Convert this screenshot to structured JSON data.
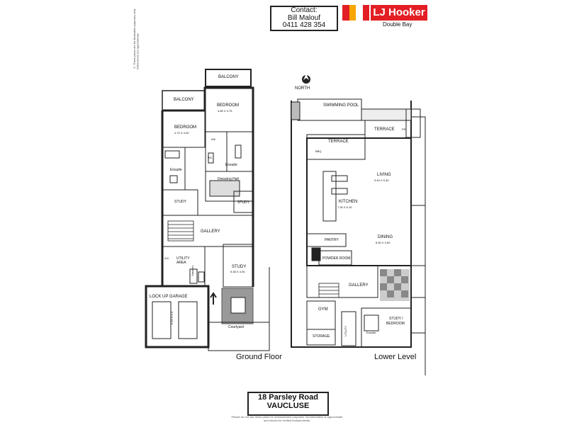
{
  "contact": {
    "heading": "Contact:",
    "name": "Bill Malouf",
    "phone": "0411 428 354"
  },
  "brand": {
    "name": "LJ Hooker",
    "office": "Double Bay",
    "colors": [
      "#e31e24",
      "#f7a600",
      "#e31e24"
    ],
    "accent": "#e31e24"
  },
  "side_note": "© These plans are for illustrative purposes only. Dimensions are approximate.",
  "north": {
    "label": "NORTH",
    "icon": "north-arrow-icon"
  },
  "ground_floor": {
    "title": "Ground Floor",
    "rooms": {
      "balcony_top": "BALCONY",
      "balcony_left": "BALCONY",
      "bedroom1_name": "BEDROOM",
      "bedroom1_dim": "4.80 X 3.75",
      "bedroom2_name": "BEDROOM",
      "bedroom2_dim": "4.70 X 4.40",
      "wir": "Wir",
      "wc": "WC",
      "ensuite1": "Ensuite",
      "ensuite2": "Ensuite",
      "dressing": "Dressing Hall",
      "study1": "STUDY",
      "study2": "STUDY",
      "gallery": "GALLERY",
      "utility": "UTILITY AREA",
      "ac": "A/C",
      "laundry": "Laundry",
      "study3_name": "STUDY",
      "study3_dim": "5.38 X 4.05",
      "garage": "LOCK UP GARAGE",
      "garage_dim": "5.23 X 6.4",
      "courtyard": "Courtyard"
    }
  },
  "lower_level": {
    "title": "Lower Level",
    "rooms": {
      "pool": "SWIMMING POOL",
      "terrace1": "TERRACE",
      "terrace2": "TERRACE",
      "living_name": "LIVING",
      "living_dim": "9.40 X 5.40",
      "kitchen_name": "KITCHEN",
      "kitchen_dim": "7.30 X 5.10",
      "dining_name": "DINING",
      "dining_dim": "5.50 X 3.50",
      "pantry": "PANTRY",
      "powder": "POWDER ROOM",
      "gallery": "GALLERY",
      "gym": "GYM",
      "storage": "STORAGE",
      "utility": "UTILITY",
      "study_bed1": "STUDY /",
      "study_bed2": "BEDROOM",
      "ensuite": "Ensuite",
      "bbq": "BBQ",
      "fr": "FR"
    }
  },
  "address": {
    "line1": "18 Parsley Road",
    "line2": "VAUCLUSE"
  },
  "disclaimer": "Please do not use these plans for measurement purposes. All information is approximate and should be verified independently."
}
